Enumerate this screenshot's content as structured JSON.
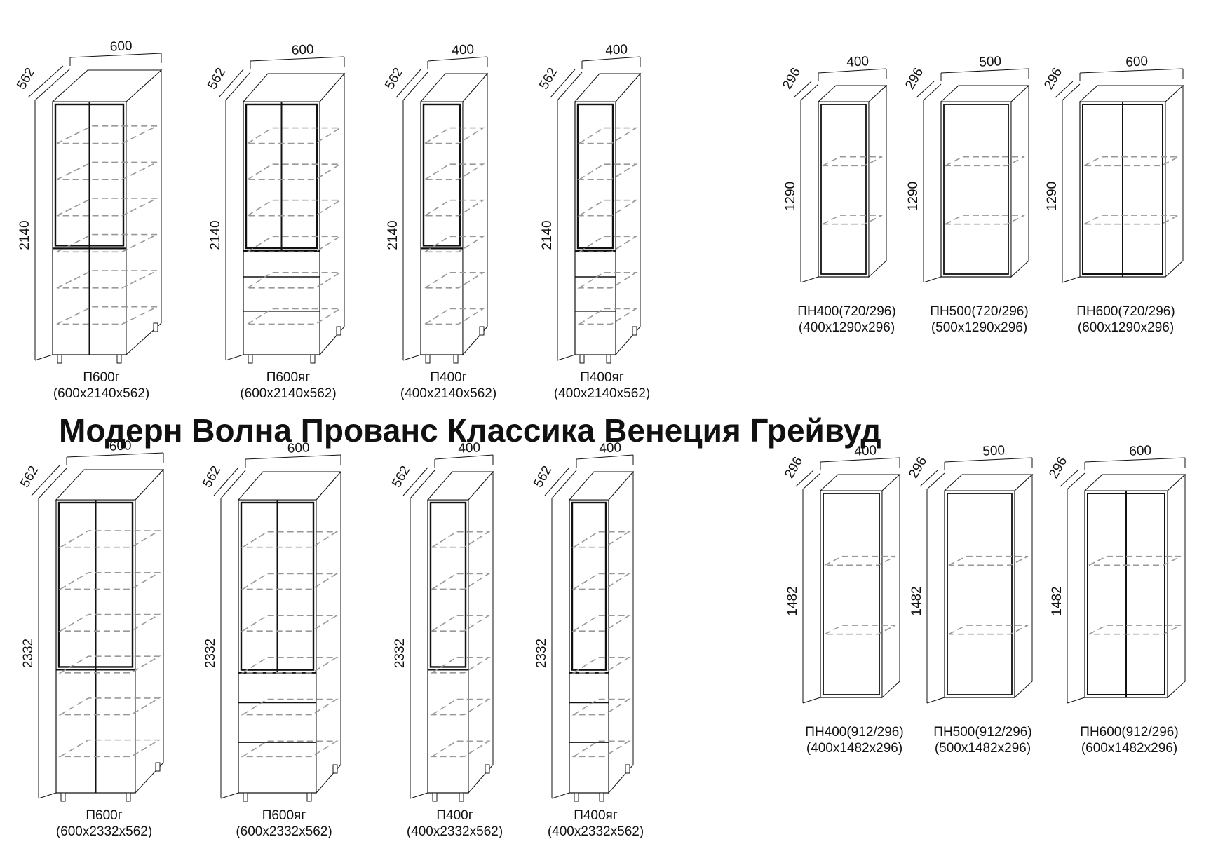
{
  "series_title": "Модерн Волна Прованс Классика Венеция Грейвуд",
  "rows": [
    {
      "items": [
        {
          "code": "П600г",
          "size": "(600x2140x562)",
          "width": "600",
          "height": "2140",
          "depth": "562",
          "front": "two-doors-split"
        },
        {
          "code": "П600яг",
          "size": "(600x2140x562)",
          "width": "600",
          "height": "2140",
          "depth": "562",
          "front": "two-doors-drawers"
        },
        {
          "code": "П400г",
          "size": "(400x2140x562)",
          "width": "400",
          "height": "2140",
          "depth": "562",
          "front": "one-door-split"
        },
        {
          "code": "П400яг",
          "size": "(400x2140x562)",
          "width": "400",
          "height": "2140",
          "depth": "562",
          "front": "one-door-drawers"
        },
        {
          "code": "ПН400(720/296)",
          "size": "(400x1290x296)",
          "width": "400",
          "height": "1290",
          "depth": "296",
          "front": "wall-one"
        },
        {
          "code": "ПН500(720/296)",
          "size": "(500x1290x296)",
          "width": "500",
          "height": "1290",
          "depth": "296",
          "front": "wall-one"
        },
        {
          "code": "ПН600(720/296)",
          "size": "(600x1290x296)",
          "width": "600",
          "height": "1290",
          "depth": "296",
          "front": "wall-two"
        }
      ]
    },
    {
      "items": [
        {
          "code": "П600г",
          "size": "(600x2332x562)",
          "width": "600",
          "height": "2332",
          "depth": "562",
          "front": "two-doors-split"
        },
        {
          "code": "П600яг",
          "size": "(600x2332x562)",
          "width": "600",
          "height": "2332",
          "depth": "562",
          "front": "two-doors-drawers"
        },
        {
          "code": "П400г",
          "size": "(400x2332x562)",
          "width": "400",
          "height": "2332",
          "depth": "562",
          "front": "one-door-split"
        },
        {
          "code": "П400яг",
          "size": "(400x2332x562)",
          "width": "400",
          "height": "2332",
          "depth": "562",
          "front": "one-door-drawers"
        },
        {
          "code": "ПН400(912/296)",
          "size": "(400x1482x296)",
          "width": "400",
          "height": "1482",
          "depth": "296",
          "front": "wall-one"
        },
        {
          "code": "ПН500(912/296)",
          "size": "(500x1482x296)",
          "width": "500",
          "height": "1482",
          "depth": "296",
          "front": "wall-one"
        },
        {
          "code": "ПН600(912/296)",
          "size": "(600x1482x296)",
          "width": "600",
          "height": "1482",
          "depth": "296",
          "front": "wall-two"
        }
      ]
    }
  ]
}
